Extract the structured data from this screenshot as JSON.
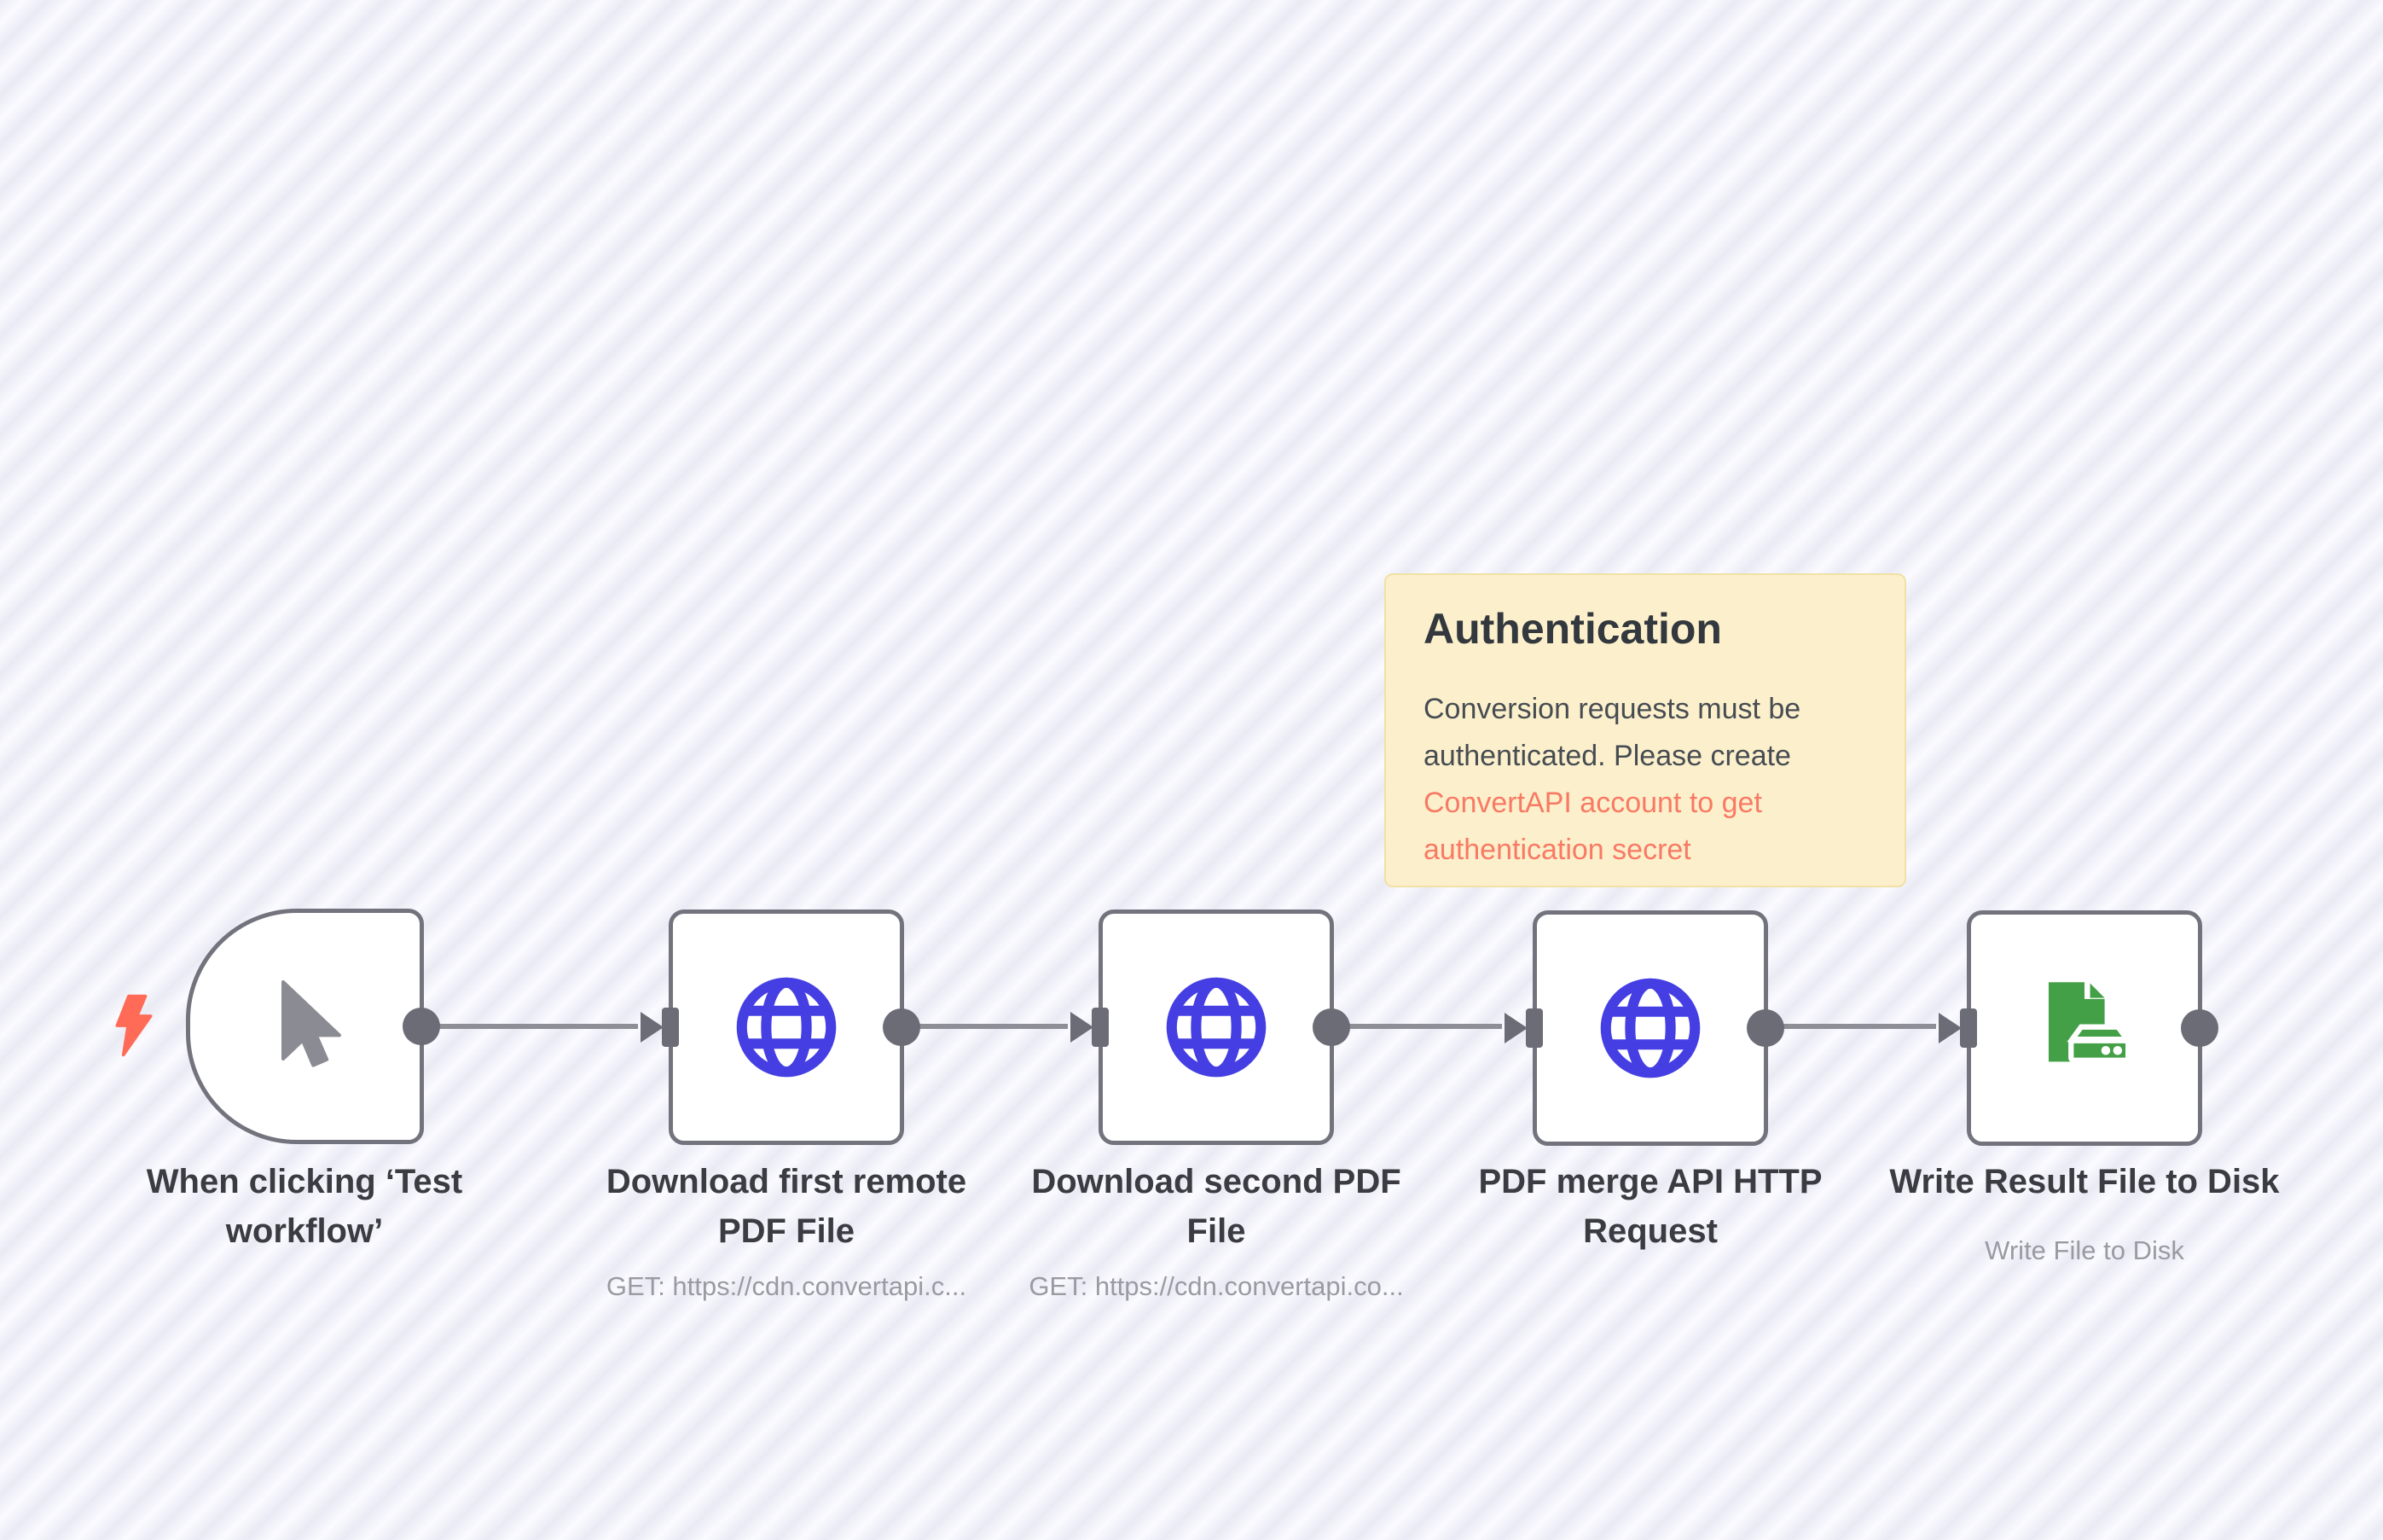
{
  "canvas": {
    "background_stripe_light": "#fafaff",
    "background_stripe_dark": "#eaeaf4"
  },
  "sticky_note": {
    "title": "Authentication",
    "body_text": "Conversion requests must be authenticated. Please create",
    "link_text": "ConvertAPI account to get authentication secret",
    "background_color": "#fcf0cc",
    "border_color": "#f1e1a4",
    "link_color": "#f87a64"
  },
  "workflow": {
    "nodes": [
      {
        "id": "manual-trigger",
        "title": "When clicking ‘Test workflow’",
        "icon": "mouse-cursor-icon"
      },
      {
        "id": "download-first-pdf",
        "title": "Download first remote PDF File",
        "subtitle": "GET: https://cdn.convertapi.c...",
        "icon": "globe-icon"
      },
      {
        "id": "download-second-pdf",
        "title": "Download second PDF File",
        "subtitle": "GET: https://cdn.convertapi.co...",
        "icon": "globe-icon"
      },
      {
        "id": "pdf-merge-api",
        "title": "PDF merge API HTTP Request",
        "icon": "globe-icon"
      },
      {
        "id": "write-result-file",
        "title": "Write Result File to Disk",
        "subtitle": "Write File to Disk",
        "icon": "file-to-disk-icon"
      }
    ],
    "colors": {
      "node_border": "#73737d",
      "wire": "#8e8e97",
      "endpoint": "#6c6c76",
      "globe_blue": "#453fe3",
      "disk_green": "#43a047",
      "lightning_coral": "#ff6b57",
      "label_text": "#3b3b42",
      "subtitle_text": "#9a9aa2"
    }
  }
}
